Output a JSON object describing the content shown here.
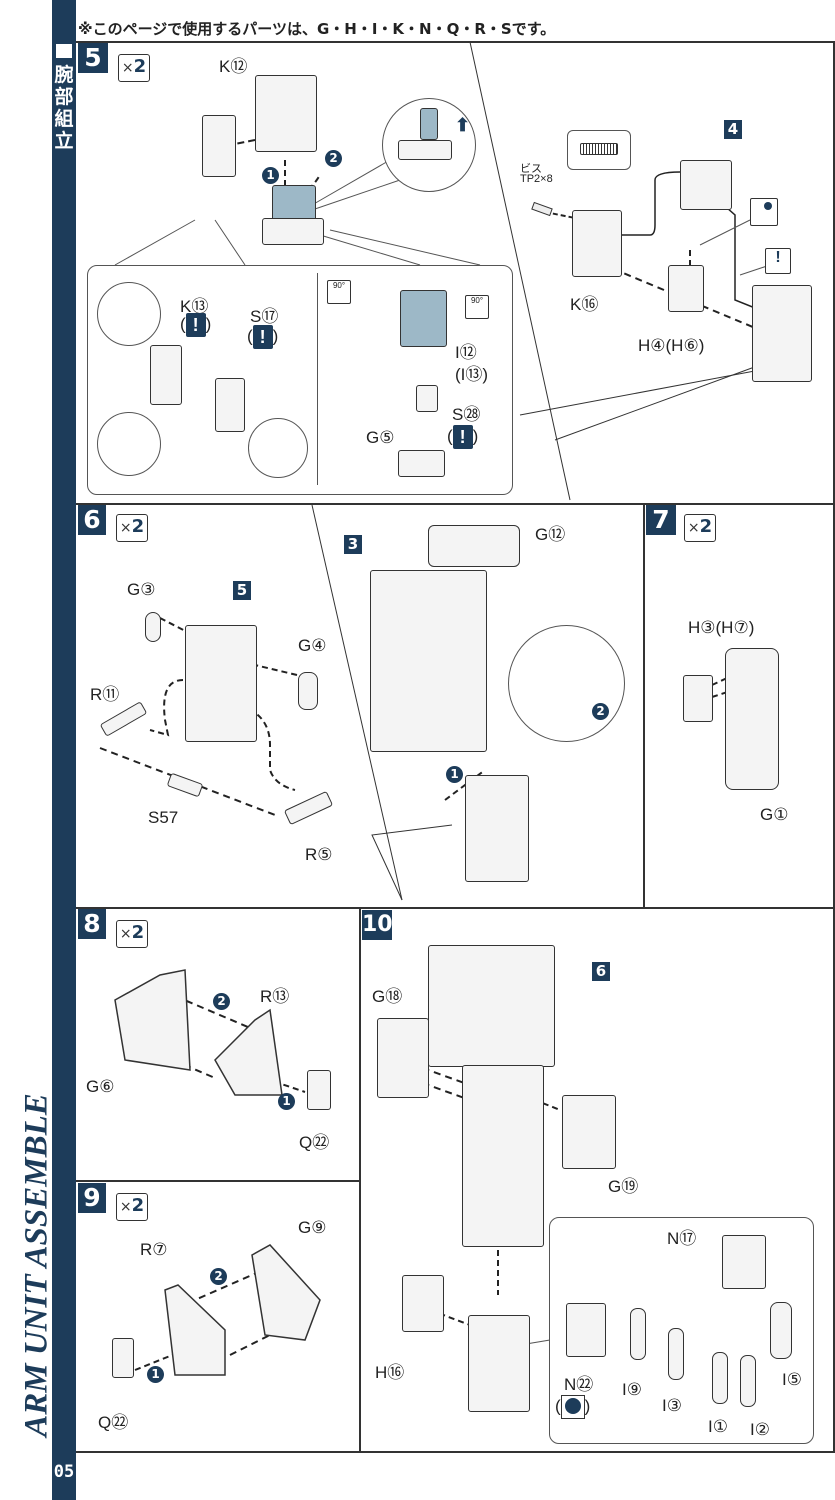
{
  "page": {
    "top_note": "※このページで使用するパーツは、G・H・I・K・N・Q・R・Sです。",
    "sidebar_title_jp": "腕部組立",
    "sidebar_title_en": "ARM UNIT ASSEMBLE",
    "page_number": "05",
    "accent_color": "#1d3c5a"
  },
  "steps": [
    {
      "number": "5",
      "quantity": "2",
      "labels": {
        "k12": "K⑫",
        "k13": "K⑬",
        "s17": "S⑰",
        "i12": "I⑫",
        "i13_alt": "(I⑬)",
        "s28": "S㉘",
        "g5": "G⑤",
        "k16": "K⑯",
        "h4_h6": "H④(H⑥)",
        "screw_name": "ビス",
        "screw_spec": "TP2×8",
        "ref_subassembly": "4",
        "rotate_left": "90°",
        "rotate_right": "90°"
      },
      "order_markers": [
        "1",
        "2"
      ]
    },
    {
      "number": "6",
      "quantity": "2",
      "labels": {
        "g3": "G③",
        "g4": "G④",
        "r11": "R⑪",
        "s57": "S57",
        "r5": "R⑤",
        "ref_5": "5",
        "ref_3": "3",
        "g12": "G⑫"
      },
      "order_markers": [
        "1",
        "2"
      ]
    },
    {
      "number": "7",
      "quantity": "2",
      "labels": {
        "h3_h7": "H③(H⑦)",
        "g1": "G①"
      }
    },
    {
      "number": "8",
      "quantity": "2",
      "labels": {
        "r13": "R⑬",
        "g6": "G⑥",
        "q22": "Q㉒"
      },
      "order_markers": [
        "1",
        "2"
      ]
    },
    {
      "number": "9",
      "quantity": "2",
      "labels": {
        "r7": "R⑦",
        "g9": "G⑨",
        "q22": "Q㉒"
      },
      "order_markers": [
        "1",
        "2"
      ]
    },
    {
      "number": "10",
      "labels": {
        "ref_6": "6",
        "g18": "G⑱",
        "g19": "G⑲",
        "h16": "H⑯",
        "n17": "N⑰",
        "n22": "N㉒",
        "i9": "I⑨",
        "i3": "I③",
        "i1": "I①",
        "i2": "I②",
        "i5": "I⑤"
      }
    }
  ],
  "symbols": {
    "warning": "!",
    "paren_open": "(",
    "paren_close": ")",
    "qty_prefix": "×"
  }
}
